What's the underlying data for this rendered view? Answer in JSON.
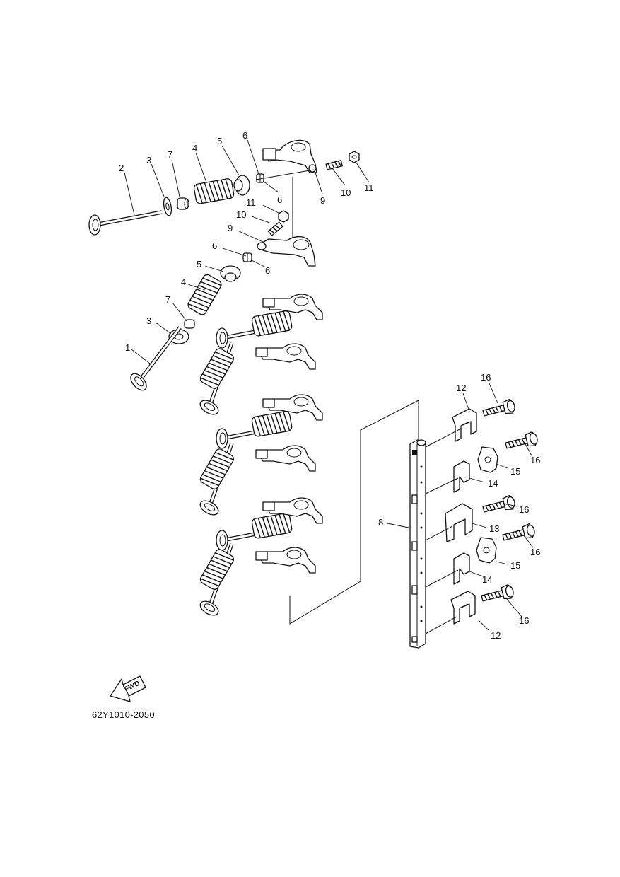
{
  "diagram": {
    "part_code": "62Y1010-2050",
    "fwd_label": "FWD",
    "callouts": [
      {
        "id": "c2",
        "text": "2"
      },
      {
        "id": "c3a",
        "text": "3"
      },
      {
        "id": "c7a",
        "text": "7"
      },
      {
        "id": "c4a",
        "text": "4"
      },
      {
        "id": "c5a",
        "text": "5"
      },
      {
        "id": "c6a",
        "text": "6"
      },
      {
        "id": "c6b",
        "text": "6"
      },
      {
        "id": "c9a",
        "text": "9"
      },
      {
        "id": "c10a",
        "text": "10"
      },
      {
        "id": "c11a",
        "text": "11"
      },
      {
        "id": "c11b",
        "text": "11"
      },
      {
        "id": "c10b",
        "text": "10"
      },
      {
        "id": "c9b",
        "text": "9"
      },
      {
        "id": "c6c",
        "text": "6"
      },
      {
        "id": "c6d",
        "text": "6"
      },
      {
        "id": "c5b",
        "text": "5"
      },
      {
        "id": "c4b",
        "text": "4"
      },
      {
        "id": "c7b",
        "text": "7"
      },
      {
        "id": "c3b",
        "text": "3"
      },
      {
        "id": "c1",
        "text": "1"
      },
      {
        "id": "c12a",
        "text": "12"
      },
      {
        "id": "c16a",
        "text": "16"
      },
      {
        "id": "c16b",
        "text": "16"
      },
      {
        "id": "c15a",
        "text": "15"
      },
      {
        "id": "c14a",
        "text": "14"
      },
      {
        "id": "c16c",
        "text": "16"
      },
      {
        "id": "c8",
        "text": "8"
      },
      {
        "id": "c13",
        "text": "13"
      },
      {
        "id": "c16d",
        "text": "16"
      },
      {
        "id": "c15b",
        "text": "15"
      },
      {
        "id": "c14b",
        "text": "14"
      },
      {
        "id": "c16e",
        "text": "16"
      },
      {
        "id": "c12b",
        "text": "12"
      }
    ]
  }
}
